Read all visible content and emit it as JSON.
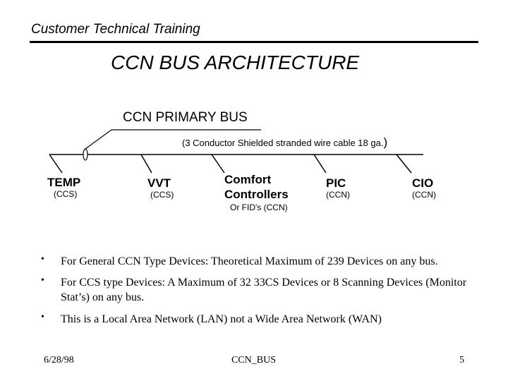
{
  "header": {
    "title": "Customer Technical Training"
  },
  "slide": {
    "title": "CCN BUS ARCHITECTURE"
  },
  "bus": {
    "label": "CCN PRIMARY BUS",
    "sublabel": "(3 Conductor Shielded stranded wire cable 18 ga.",
    "sublabel_close": ")"
  },
  "devices": [
    {
      "name": "TEMP",
      "type": "(CCS)"
    },
    {
      "name": "VVT",
      "type": "(CCS)"
    },
    {
      "name": "Comfort Controllers",
      "type": "Or FID's  (CCN)"
    },
    {
      "name": "PIC",
      "type": "(CCN)"
    },
    {
      "name": "CIO",
      "type": "(CCN)"
    }
  ],
  "bullets": [
    {
      "marker": "•",
      "text": "For General CCN Type Devices:  Theoretical Maximum of 239 Devices on any bus."
    },
    {
      "marker": "•",
      "text": "For CCS type Devices: A Maximum of 32 33CS Devices or 8 Scanning Devices (Monitor Stat’s) on any bus."
    },
    {
      "marker": "•",
      "text": "This is a Local Area Network (LAN) not a Wide Area Network (WAN)"
    }
  ],
  "footer": {
    "date": "6/28/98",
    "doc": "CCN_BUS",
    "page": "5"
  }
}
